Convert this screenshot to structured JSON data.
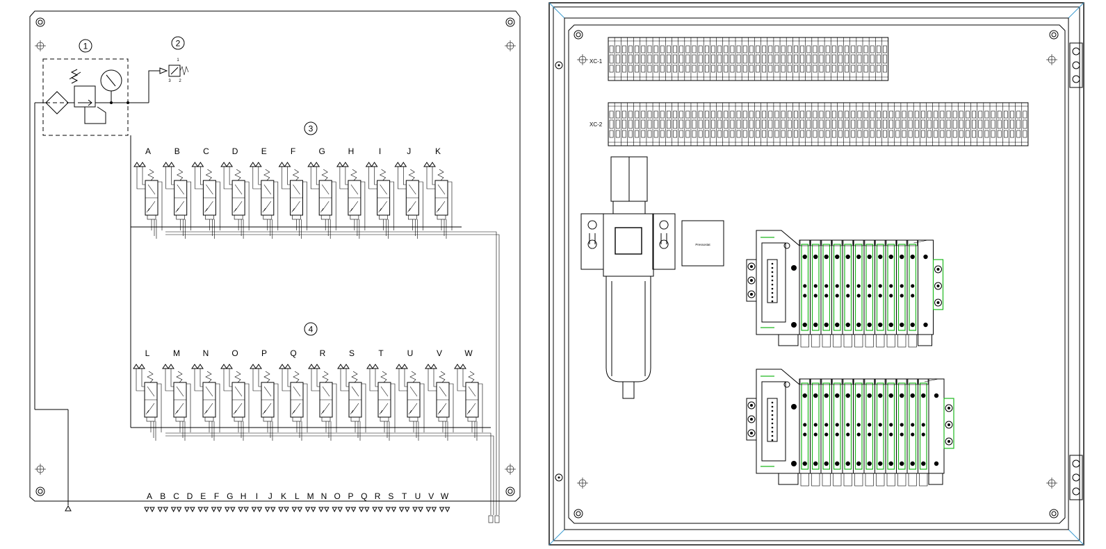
{
  "schematic": {
    "balloons": {
      "frl": "1",
      "pressure_switch": "2",
      "manifold_upper": "3",
      "manifold_lower": "4"
    },
    "upper_valves": [
      "A",
      "B",
      "C",
      "D",
      "E",
      "F",
      "G",
      "H",
      "I",
      "J",
      "K"
    ],
    "lower_valves": [
      "L",
      "M",
      "N",
      "O",
      "P",
      "Q",
      "R",
      "S",
      "T",
      "U",
      "V",
      "W"
    ],
    "outlets": [
      "A",
      "B",
      "C",
      "D",
      "E",
      "F",
      "G",
      "H",
      "I",
      "J",
      "K",
      "L",
      "M",
      "N",
      "O",
      "P",
      "Q",
      "R",
      "S",
      "T",
      "U",
      "V",
      "W"
    ],
    "pressure_switch_ports": {
      "p1": "1",
      "p2": "2",
      "p3": "3"
    }
  },
  "layout": {
    "terminal_strips": [
      {
        "label": "XC-1",
        "count": 44
      },
      {
        "label": "XC-2",
        "count": 66
      }
    ],
    "pressure_switch_label": "Pressostat",
    "valve_banks": [
      {
        "id": "manifold-upper",
        "count": 11
      },
      {
        "id": "manifold-lower",
        "count": 12
      }
    ]
  }
}
